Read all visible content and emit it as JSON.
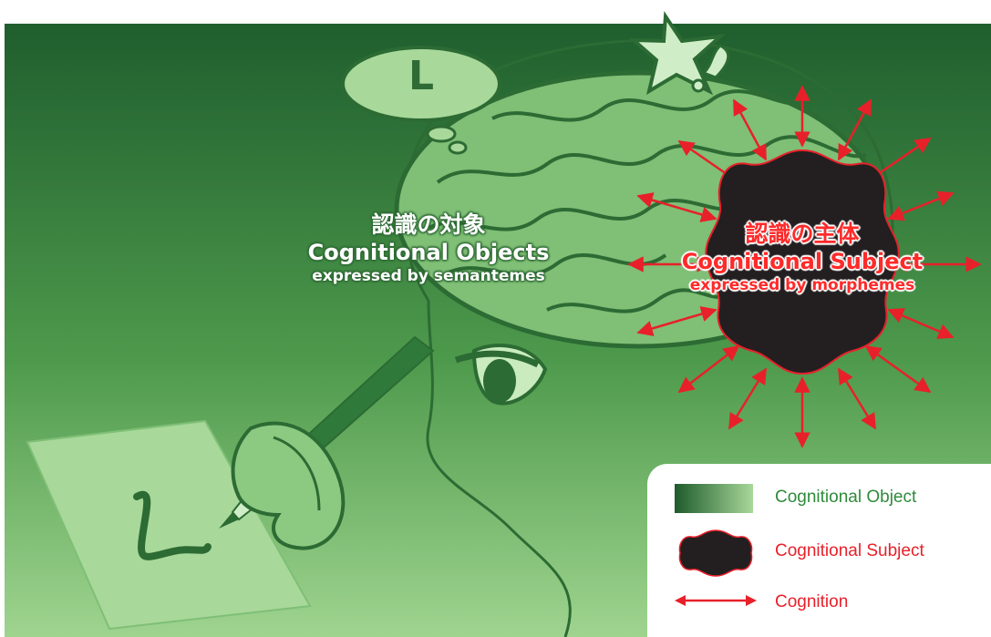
{
  "thought_bubble": {
    "letter": "L"
  },
  "paper": {
    "letter": "L"
  },
  "cognitional_objects": {
    "japanese": "認識の対象",
    "english": "Cognitional Objects",
    "subtitle": "expressed by semantemes"
  },
  "cognitional_subject": {
    "japanese": "認識の主体",
    "english": "Cognitional Subject",
    "subtitle": "expressed by morphemes"
  },
  "legend": {
    "items": [
      {
        "label": "Cognitional Object",
        "color": "#2e8b3a"
      },
      {
        "label": "Cognitional Subject",
        "color": "#e8202a"
      },
      {
        "label": "Cognition",
        "color": "#e8202a"
      }
    ]
  },
  "colors": {
    "background_top": "#1f5e2e",
    "background_bottom": "#9fd48f",
    "brain": "#7fbf76",
    "subject_fill": "#231f20",
    "arrow": "#e8202a"
  }
}
